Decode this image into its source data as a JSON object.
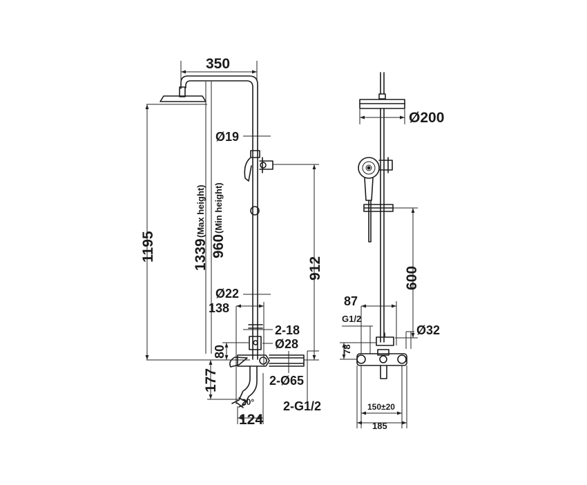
{
  "left_view": {
    "dims": {
      "width_350": "350",
      "dia_19": "Ø19",
      "h_1195": "1195",
      "max_h": "1339",
      "max_note": "(Max height)",
      "min_h": "960",
      "min_note": "(Min height)",
      "h_912": "912",
      "dia_22": "Ø22",
      "w_138": "138",
      "c_2_18": "2-18",
      "h_80": "80",
      "dia_28": "Ø28",
      "h_177": "177",
      "c_2_65": "2-Ø65",
      "angle_20": "20°",
      "w_124": "124",
      "c_2_g12": "2-G1/2"
    }
  },
  "right_view": {
    "dims": {
      "dia_200": "Ø200",
      "h_600": "600",
      "w_87": "87",
      "g_12": "G1/2",
      "dia_32": "Ø32",
      "h_78": "78",
      "w_150": "150±20",
      "w_185": "185"
    }
  }
}
